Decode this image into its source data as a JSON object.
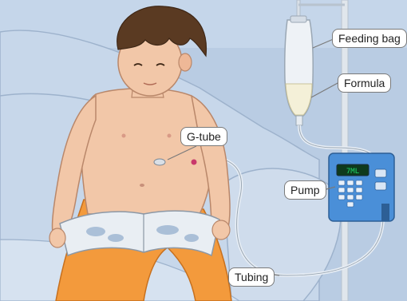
{
  "labels": {
    "feeding_bag": "Feeding bag",
    "formula": "Formula",
    "g_tube": "G-tube",
    "pump": "Pump",
    "tubing": "Tubing"
  },
  "pump_display": "7ML",
  "colors": {
    "background": "#b9cce3",
    "sofa": "#c7d7ea",
    "skin": "#f2c7a8",
    "hair": "#5a3a22",
    "pants": "#f39a3c",
    "pump": "#4a8fd8",
    "pump_display": "#1fd86a",
    "formula": "#f4f0d8",
    "tubing": "#e8eef5",
    "pole": "#e0e6ec",
    "book": "#e9eef3"
  }
}
